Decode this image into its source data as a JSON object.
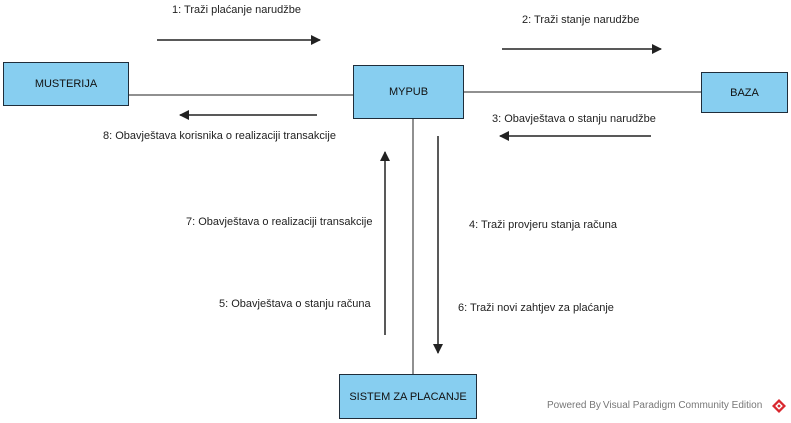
{
  "objects": {
    "musterija": "MUSTERIJA",
    "mypub": "MYPUB",
    "baza": "BAZA",
    "sistem": "SISTEM ZA PLACANJE"
  },
  "messages": {
    "m1": "1: Traži plaćanje narudžbe",
    "m2": "2: Traži stanje narudžbe",
    "m3": "3: Obavještava o stanju narudžbe",
    "m4": "4: Traži provjeru stanja računa",
    "m5": "5: Obavještava o stanju računa",
    "m6": "6: Traži novi zahtjev za plaćanje",
    "m7": "7: Obavještava o realizaciji transakcije",
    "m8": "8: Obavještava korisnika o realizaciji transakcije"
  },
  "footer": {
    "text": "Powered By Visual Paradigm Community Edition",
    "logo_icon": "visual-paradigm-logo-icon"
  },
  "colors": {
    "object_fill": "#87cef0",
    "object_border": "#1f2d3a",
    "line": "#222222",
    "logo_accent": "#d9272e"
  }
}
